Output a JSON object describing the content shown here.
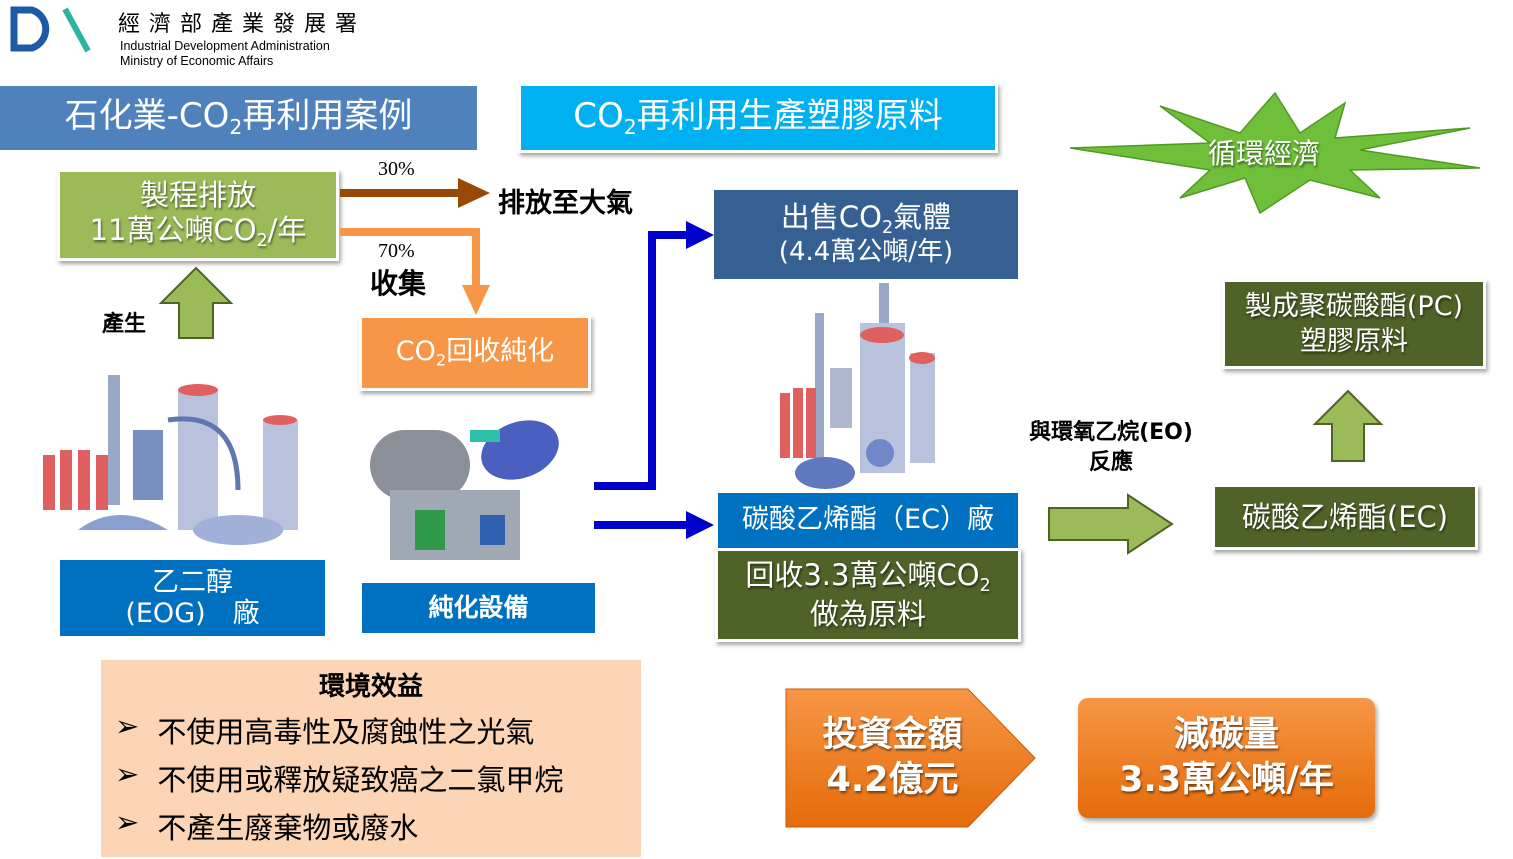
{
  "logo": {
    "org_zh": "經 濟 部 產 業 發 展 署",
    "org_en_1": "Industrial Development Administration",
    "org_en_2": "Ministry of Economic Affairs",
    "brand_colors": [
      "#1f5aa6",
      "#2bb3a3"
    ]
  },
  "title_left": {
    "pre": "石化業-CO",
    "sub": "2",
    "post": "再利用案例",
    "color": "#4f81bd"
  },
  "title_center": {
    "pre": "CO",
    "sub": "2",
    "post": "再利用生產塑膠原料",
    "color": "#00b0f0"
  },
  "starburst": {
    "label": "循環經濟",
    "color": "#6fbf3a"
  },
  "emission": {
    "line1": "製程排放",
    "line2_pre": "11萬公噸CO",
    "line2_sub": "2",
    "line2_post": "/年",
    "color": "#9bbb59"
  },
  "split": {
    "pct_air": "30%",
    "to_air": "排放至大氣",
    "pct_collect": "70%",
    "collect": "收集"
  },
  "generate_label": "產生",
  "purify_box": {
    "pre": "CO",
    "sub": "2",
    "post": "回收純化",
    "color": "#f79646"
  },
  "eog_plant": {
    "line1": "乙二醇",
    "line2": "(EOG)　廠",
    "color": "#0070c0"
  },
  "purify_equipment": {
    "label": "純化設備",
    "color": "#0070c0"
  },
  "sell_box": {
    "line1_pre": "出售CO",
    "line1_sub": "2",
    "line1_post": "氣體",
    "line2": "(4.4萬公噸/年)",
    "color": "#376092"
  },
  "ec_plant": {
    "label": "碳酸乙烯酯（EC）廠",
    "color": "#0070c0"
  },
  "recycle_box": {
    "line1_pre": "回收3.3萬公噸CO",
    "line1_sub": "2",
    "line2": "做為原料",
    "color": "#4f6228"
  },
  "reaction": {
    "line1": "與環氧乙烷(EO)",
    "line2": "反應"
  },
  "ec_product": {
    "label": "碳酸乙烯酯(EC)",
    "color": "#4f6228"
  },
  "pc_product": {
    "line1": "製成聚碳酸酯(PC)",
    "line2": "塑膠原料",
    "color": "#4f6228"
  },
  "benefits": {
    "title": "環境效益",
    "bullet": "➢",
    "items": [
      "不使用高毒性及腐蝕性之光氣",
      "不使用或釋放疑致癌之二氯甲烷",
      "不產生廢棄物或廢水"
    ],
    "color": "#fbd5b5"
  },
  "investment": {
    "line1": "投資金額",
    "line2": "4.2億元",
    "color": "#e46c0a"
  },
  "reduction": {
    "line1": "減碳量",
    "line2": "3.3萬公噸/年",
    "color": "#e46c0a"
  }
}
